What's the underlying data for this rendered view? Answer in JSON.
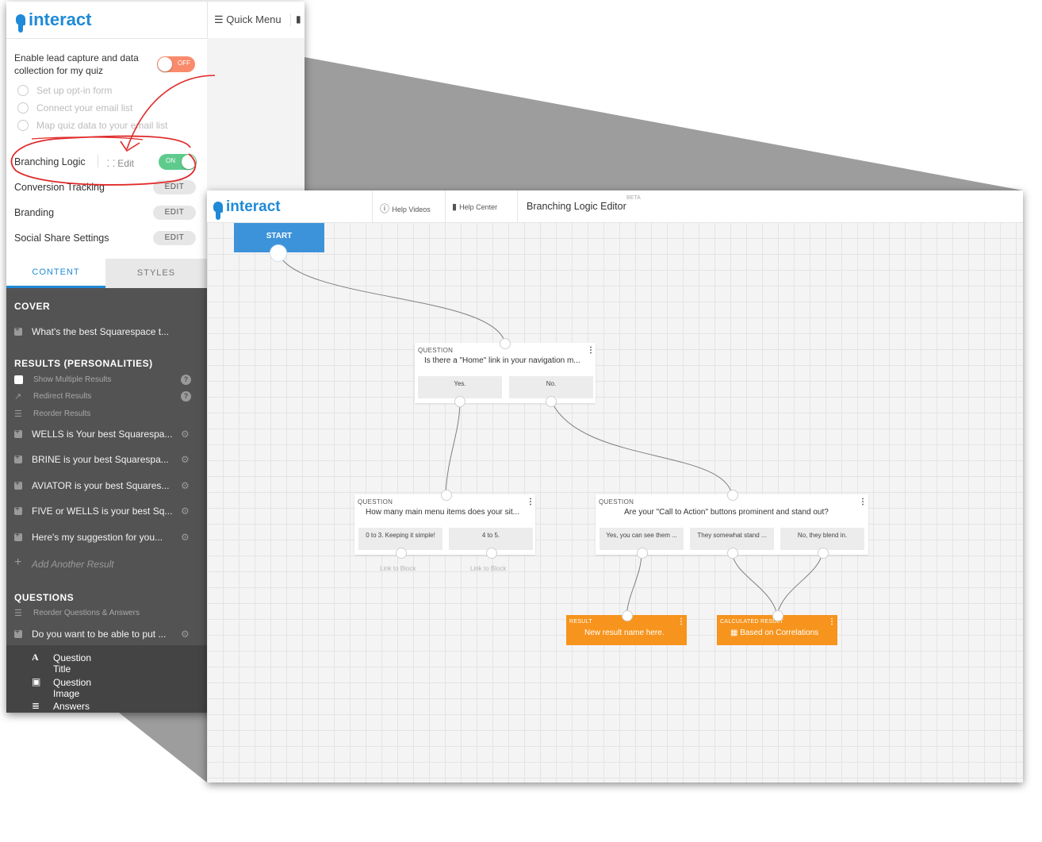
{
  "quiz_settings": {
    "brand": "interact",
    "quick_menu_label": "Quick Menu",
    "lead_capture": {
      "label_line1": "Enable lead capture and data",
      "label_line2": "collection for my quiz",
      "toggle_state": "OFF",
      "toggle_color": "#f98b6c",
      "options": [
        "Set up opt-in form",
        "Connect your email list",
        "Map quiz data to your email list"
      ]
    },
    "branching_logic": {
      "label": "Branching Logic",
      "edit_label": "Edit",
      "toggle_state": "ON",
      "toggle_color": "#5ecb8d"
    },
    "settings_rows": [
      {
        "label": "Conversion Tracking",
        "button": "EDIT"
      },
      {
        "label": "Branding",
        "button": "EDIT"
      },
      {
        "label": "Social Share Settings",
        "button": "EDIT"
      }
    ],
    "tabs": [
      {
        "label": "CONTENT",
        "active": true
      },
      {
        "label": "STYLES",
        "active": false
      }
    ],
    "accent_color": "#1f8ad7",
    "cover": {
      "heading": "COVER",
      "item": "What's the best Squarespace t..."
    },
    "results": {
      "heading": "RESULTS (PERSONALITIES)",
      "show_multiple": "Show Multiple Results",
      "redirect": "Redirect Results",
      "reorder": "Reorder Results",
      "items": [
        "WELLS is Your best Squarespa...",
        "BRINE is your best Squarespa...",
        "AVIATOR is your best Squares...",
        "FIVE or WELLS is your best Sq...",
        "Here's my suggestion for you..."
      ],
      "add_another": "Add Another Result"
    },
    "questions": {
      "heading": "QUESTIONS",
      "reorder": "Reorder Questions & Answers",
      "item": "Do you want to be able to put ...",
      "sub_items": [
        {
          "icon": "A",
          "label": "Question Title"
        },
        {
          "icon": "▣",
          "label": "Question Image"
        },
        {
          "icon": "≣",
          "label": "Answers"
        }
      ]
    }
  },
  "editor": {
    "brand": "interact",
    "help_videos": "Help Videos",
    "help_center": "Help Center",
    "title": "Branching Logic Editor",
    "beta": "BETA",
    "start_label": "START",
    "start_color": "#3d93d9",
    "outcome_color": "#f7941d",
    "nodes": {
      "q1": {
        "kicker": "QUESTION",
        "title": "Is there a \"Home\" link in your navigation m...",
        "answers": [
          "Yes.",
          "No."
        ]
      },
      "q2": {
        "kicker": "QUESTION",
        "title": "How many main menu items does your sit...",
        "answers": [
          "0 to 3. Keeping it simple!",
          "4 to 5."
        ],
        "links": [
          "Link to Block",
          "Link to Block"
        ]
      },
      "q3": {
        "kicker": "QUESTION",
        "title": "Are your \"Call to Action\" buttons prominent and stand out?",
        "answers": [
          "Yes, you can see them ...",
          "They somewhat stand ...",
          "No, they blend in."
        ]
      },
      "r1": {
        "kicker": "RESULT",
        "title": "New result name here."
      },
      "r2": {
        "kicker": "CALCULATED RESULT",
        "title": "Based on Correlations"
      }
    }
  }
}
